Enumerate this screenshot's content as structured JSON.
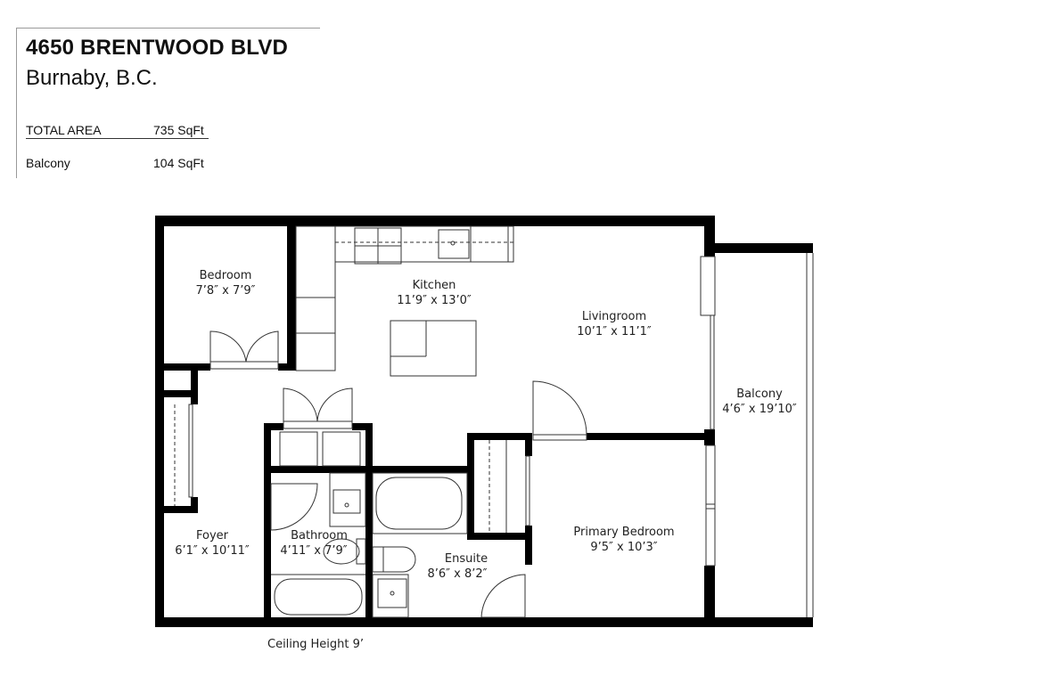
{
  "header": {
    "title": "4650 BRENTWOOD BLVD",
    "subtitle": "Burnaby, B.C.",
    "areas": [
      {
        "label": "TOTAL AREA",
        "value": "735 SqFt"
      },
      {
        "label": "Balcony",
        "value": "104 SqFt"
      }
    ]
  },
  "rooms": {
    "bedroom": {
      "name": "Bedroom",
      "size": "7’8″ x 7’9″"
    },
    "kitchen": {
      "name": "Kitchen",
      "size": "11’9″ x 13’0″"
    },
    "livingroom": {
      "name": "Livingroom",
      "size": "10’1″ x 11’1″"
    },
    "balcony": {
      "name": "Balcony",
      "size": "4’6″ x 19’10″"
    },
    "foyer": {
      "name": "Foyer",
      "size": "6’1″ x 10’11″"
    },
    "bathroom": {
      "name": "Bathroom",
      "size": "4’11″ x 7’9″"
    },
    "ensuite": {
      "name": "Ensuite",
      "size": "8’6″ x 8’2″"
    },
    "primary_bedroom": {
      "name": "Primary Bedroom",
      "size": "9’5″ x 10’3″"
    }
  },
  "footer": {
    "ceiling_height": "Ceiling Height  9’"
  },
  "colors": {
    "wall": "#000000",
    "line": "#333333",
    "background": "#ffffff"
  }
}
